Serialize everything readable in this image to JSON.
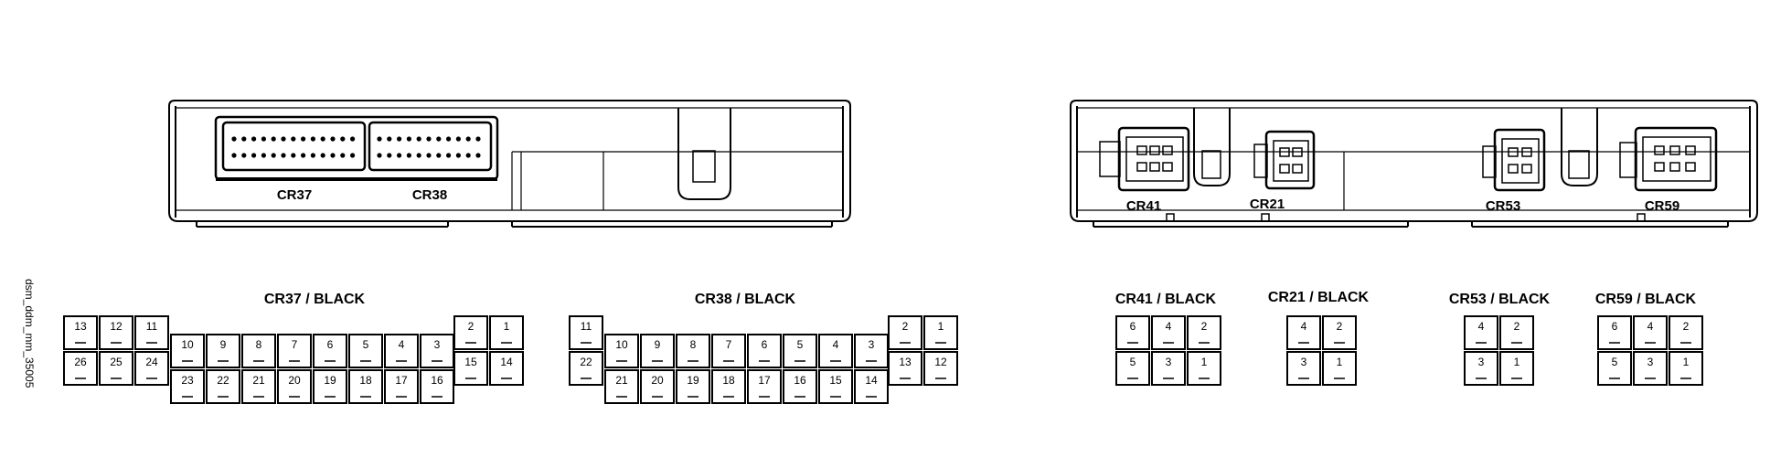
{
  "side_label": "dsm_ddm_mm_35005",
  "modules": [
    {
      "connector_labels": [
        "CR37",
        "CR38"
      ]
    },
    {
      "connector_labels": [
        "CR41",
        "CR21",
        "CR53",
        "CR59"
      ]
    }
  ],
  "pinouts": [
    {
      "title": "CR37 / BLACK",
      "left_top": [
        "13",
        "12",
        "11"
      ],
      "left_bottom": [
        "26",
        "25",
        "24"
      ],
      "mid_top": [
        "10",
        "9",
        "8",
        "7",
        "6",
        "5",
        "4",
        "3"
      ],
      "mid_bottom": [
        "23",
        "22",
        "21",
        "20",
        "19",
        "18",
        "17",
        "16"
      ],
      "right_top": [
        "2",
        "1"
      ],
      "right_bottom": [
        "15",
        "14"
      ]
    },
    {
      "title": "CR38 / BLACK",
      "left_top": [
        "11"
      ],
      "left_bottom": [
        "22"
      ],
      "mid_top": [
        "10",
        "9",
        "8",
        "7",
        "6",
        "5",
        "4",
        "3"
      ],
      "mid_bottom": [
        "21",
        "20",
        "19",
        "18",
        "17",
        "16",
        "15",
        "14"
      ],
      "right_top": [
        "2",
        "1"
      ],
      "right_bottom": [
        "13",
        "12"
      ]
    },
    {
      "title": "CR41 / BLACK",
      "top": [
        "6",
        "4",
        "2"
      ],
      "bottom": [
        "5",
        "3",
        "1"
      ]
    },
    {
      "title": "CR21 / BLACK",
      "top": [
        "4",
        "2"
      ],
      "bottom": [
        "3",
        "1"
      ]
    },
    {
      "title": "CR53 / BLACK",
      "top": [
        "4",
        "2"
      ],
      "bottom": [
        "3",
        "1"
      ]
    },
    {
      "title": "CR59 / BLACK",
      "top": [
        "6",
        "4",
        "2"
      ],
      "bottom": [
        "5",
        "3",
        "1"
      ]
    }
  ]
}
